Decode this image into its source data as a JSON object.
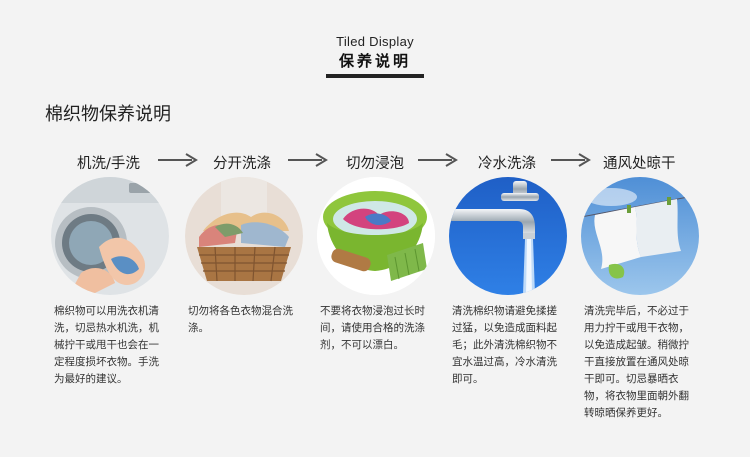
{
  "header": {
    "en_title": "Tiled Display",
    "zh_title": "保养说明"
  },
  "section_title": "棉织物保养说明",
  "steps": [
    {
      "label": "机洗/手洗",
      "desc": "棉织物可以用洗衣机清洗，切忌热水机洗，机械拧干或甩干也会在一定程度损坏衣物。手洗为最好的建议。"
    },
    {
      "label": "分开洗涤",
      "desc": "切勿将各色衣物混合洗涤。"
    },
    {
      "label": "切勿浸泡",
      "desc": "不要将衣物浸泡过长时间，请使用合格的洗涤剂，不可以漂白。"
    },
    {
      "label": "冷水洗涤",
      "desc": "清洗棉织物请避免揉搓过猛，以免造成面料起毛；此外清洗棉织物不宜水温过高，冷水清洗即可。"
    },
    {
      "label": "通风处晾干",
      "desc": "清洗完毕后，不必过于用力拧干或甩干衣物，以免造成起皱。稍微拧干直接放置在通风处晾干即可。切忌暴晒衣物，将衣物里面朝外翻转晾晒保养更好。"
    }
  ],
  "icons": [
    "washing-machine-photo",
    "laundry-basket-photo",
    "soaking-basin-photo",
    "running-faucet-photo",
    "drying-clothes-photo",
    "right-arrow-icon"
  ],
  "colors": {
    "background": "#f3f3f3",
    "text": "#333333",
    "arrow": "#555555"
  }
}
